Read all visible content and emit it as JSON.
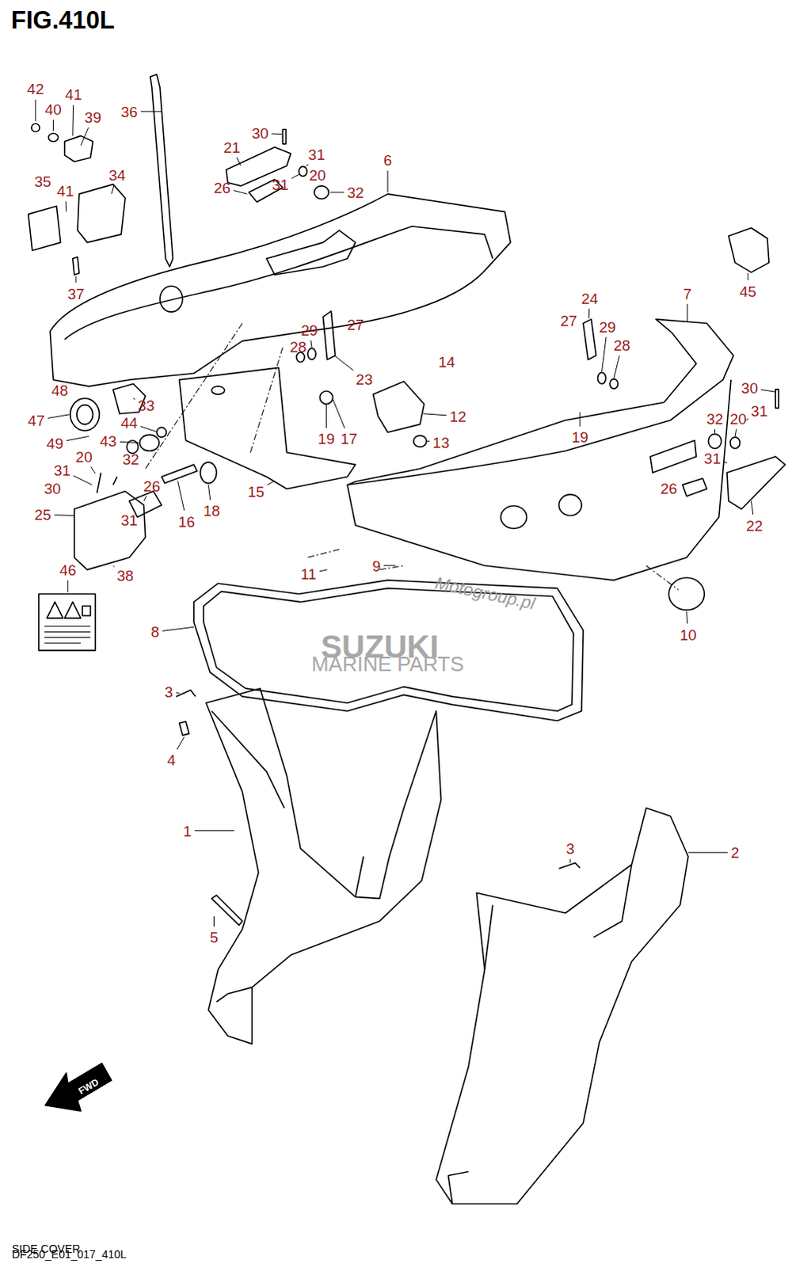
{
  "diagram": {
    "title": "FIG.410L",
    "caption": "SIDE COVER",
    "labels": [
      "42",
      "40",
      "41",
      "39",
      "36",
      "30",
      "21",
      "31",
      "20",
      "6",
      "34",
      "35",
      "41",
      "26",
      "31",
      "32",
      "45",
      "37",
      "24",
      "7",
      "27",
      "29",
      "28",
      "29",
      "27",
      "28",
      "14",
      "23",
      "48",
      "33",
      "47",
      "44",
      "12",
      "30",
      "32",
      "20",
      "31",
      "19",
      "17",
      "43",
      "13",
      "19",
      "49",
      "20",
      "32",
      "31",
      "31",
      "26",
      "30",
      "26",
      "16",
      "18",
      "15",
      "25",
      "31",
      "22",
      "38",
      "46",
      "11",
      "9",
      "10",
      "8",
      "3",
      "4",
      "1",
      "3",
      "2",
      "5",
      "DF250_E01_017_410L",
      "FWD",
      "Motogroup.pl",
      "SUZUKI",
      "MARINE PARTS"
    ]
  }
}
